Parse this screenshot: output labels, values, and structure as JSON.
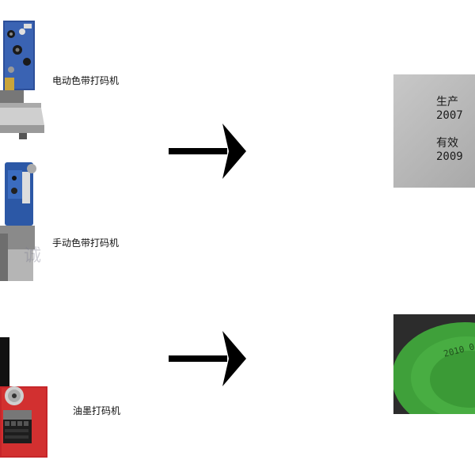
{
  "items": [
    {
      "machine_label": "电动色带打码机",
      "sample_lines": [
        "生产2007",
        "有效2009"
      ]
    },
    {
      "machine_label": "手动色带打码机"
    },
    {
      "machine_label": "油墨打码机",
      "sample_lines": [
        "2010 0"
      ]
    }
  ],
  "watermark_text": "诚",
  "icons": {
    "arrow": "right-arrow-icon"
  },
  "colors": {
    "machine_blue": "#2c4f9a",
    "ink_machine_red": "#c6262a",
    "green_sample": "#3a9a35",
    "grey_sample": "#bdbdbd"
  }
}
